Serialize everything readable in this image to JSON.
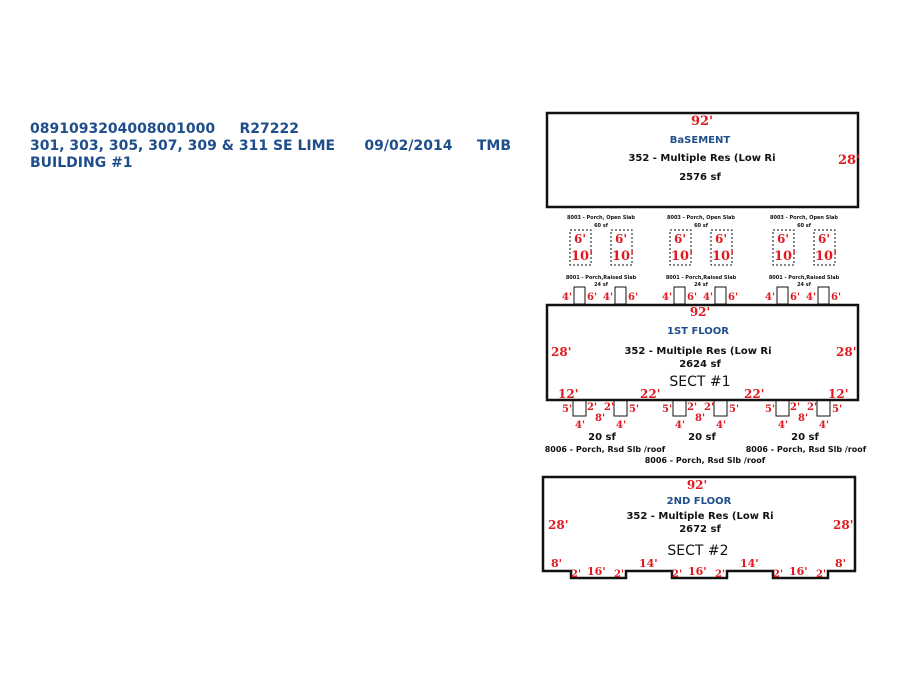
{
  "header": {
    "parcel_id": "0891093204008001000",
    "account": "R27222",
    "address": "301, 303, 305, 307, 309 & 311 SE LIME",
    "date": "09/02/2014",
    "initials": "TMB",
    "building": "BUILDING #1"
  },
  "basement": {
    "title": "BaSEMENT",
    "use": "352 - Multiple Res (Low Ri",
    "area": "2576 sf",
    "width": "92'",
    "depth": "28'"
  },
  "open_slab": {
    "label": "8003 - Porch, Open Slab",
    "area": "60 sf",
    "dim_w": "6'",
    "dim_l": "10'"
  },
  "raised_slab": {
    "label": "8001 - Porch,Raised Slab",
    "area": "24 sf",
    "dim_a": "4'",
    "dim_b": "6'"
  },
  "first_floor": {
    "title": "1ST FLOOR",
    "use": "352 - Multiple Res (Low Ri",
    "area": "2624 sf",
    "section": "SECT #1",
    "width": "92'",
    "depth": "28'",
    "bottom_dims": [
      "12'",
      "22'",
      "22'",
      "12'"
    ],
    "small_dims": [
      "5'",
      "4'",
      "2'",
      "8'"
    ]
  },
  "roof_porch": {
    "label": "8006 - Porch, Rsd Slb /roof",
    "area": "20 sf"
  },
  "second_floor": {
    "title": "2ND FLOOR",
    "use": "352 - Multiple Res (Low Ri",
    "area": "2672 sf",
    "section": "SECT #2",
    "width": "92'",
    "depth": "28'",
    "bottom_dims": [
      "8'",
      "2'",
      "16'",
      "14'"
    ]
  },
  "colors": {
    "header": "#1f4e8c",
    "dimension": "#e0191f",
    "outline": "#111111"
  }
}
